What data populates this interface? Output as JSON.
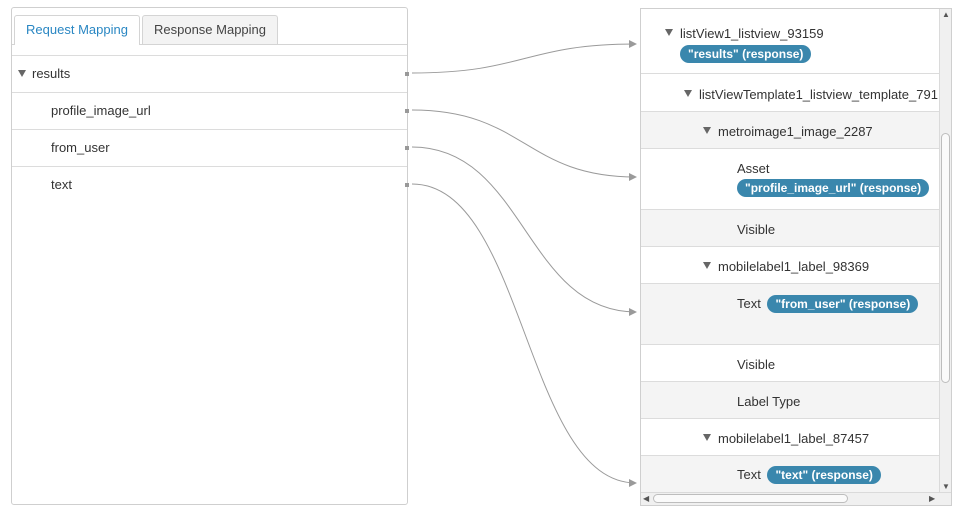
{
  "tabs": {
    "request_label": "Request Mapping",
    "response_label": "Response Mapping"
  },
  "left_tree": {
    "root_label": "results",
    "children": [
      "profile_image_url",
      "from_user",
      "text"
    ]
  },
  "right_tree": {
    "listview": {
      "label": "listView1_listview_93159",
      "badge": "\"results\" (response)"
    },
    "template": {
      "label": "listViewTemplate1_listview_template_791"
    },
    "image": {
      "label": "metroimage1_image_2287"
    },
    "asset": {
      "label": "Asset",
      "badge": "\"profile_image_url\" (response)"
    },
    "image_visible": {
      "label": "Visible"
    },
    "label1": {
      "label": "mobilelabel1_label_98369"
    },
    "label1_text": {
      "label": "Text",
      "badge": "\"from_user\" (response)"
    },
    "label1_visible": {
      "label": "Visible"
    },
    "label1_type": {
      "label": "Label Type"
    },
    "label2": {
      "label": "mobilelabel1_label_87457"
    },
    "label2_text": {
      "label": "Text",
      "badge": "\"text\" (response)"
    }
  },
  "icons": {
    "expand": "triangle-down-icon",
    "scroll_up": "arrow-up-icon",
    "scroll_down": "arrow-down-icon",
    "scroll_left": "arrow-left-icon",
    "scroll_right": "arrow-right-icon"
  },
  "colors": {
    "accent": "#2a87c3",
    "badge": "#3a87ad",
    "connector": "#9a9a9a",
    "border": "#cfcfcf"
  }
}
